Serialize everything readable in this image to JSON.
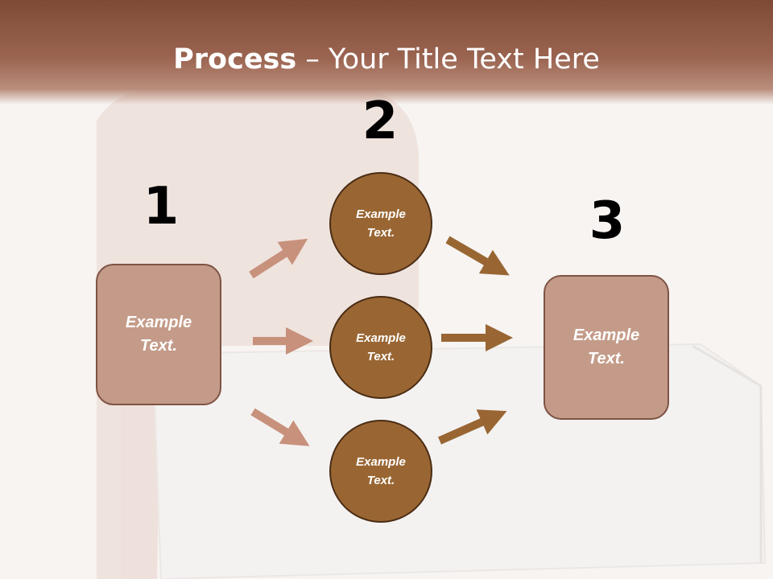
{
  "slide": {
    "title_bold": "Process",
    "title_rest": " – Your Title Text Here"
  },
  "steps": [
    {
      "number": "1",
      "label": "Example Text."
    },
    {
      "number": "2",
      "label": "Example Text."
    },
    {
      "number": "3",
      "label": "Example Text."
    }
  ],
  "circles": [
    {
      "label": "Example Text."
    },
    {
      "label": "Example Text."
    },
    {
      "label": "Example Text."
    }
  ],
  "colors": {
    "header": "#8a5542",
    "box_fill": "#c49b89",
    "circle_fill": "#996633",
    "arrow_light": "#c8917c",
    "arrow_dark": "#996633"
  }
}
